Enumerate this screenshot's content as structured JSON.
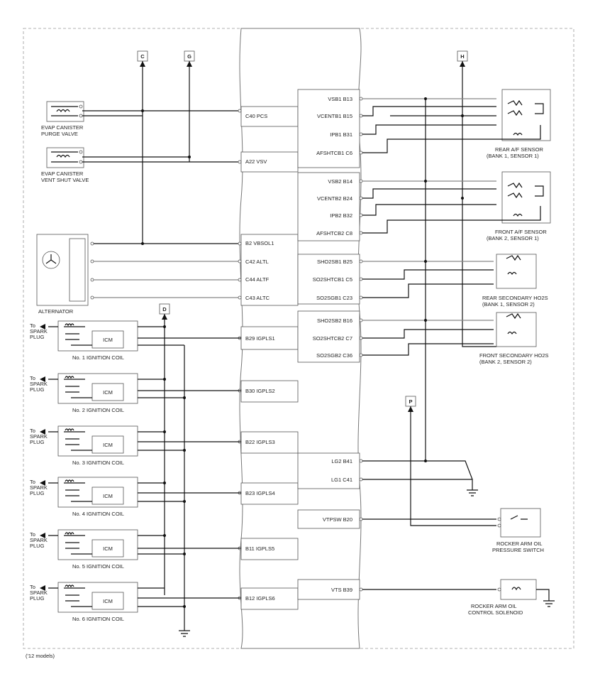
{
  "connectors": {
    "c": "C",
    "g": "G",
    "h": "H",
    "d": "D",
    "p": "P"
  },
  "components": {
    "evap_purge": [
      "EVAP CANISTER",
      "PURGE VALVE"
    ],
    "evap_vent": [
      "EVAP CANISTER",
      "VENT SHUT VALVE"
    ],
    "alternator": "ALTERNATOR",
    "rear_af": [
      "REAR A/F SENSOR",
      "(BANK 1, SENSOR 1)"
    ],
    "front_af": [
      "FRONT A/F SENSOR",
      "(BANK 2, SENSOR 1)"
    ],
    "rear_ho2s": [
      "REAR SECONDARY HO2S",
      "(BANK 1, SENSOR 2)"
    ],
    "front_ho2s": [
      "FRONT SECONDARY HO2S",
      "(BANK 2, SENSOR 2)"
    ],
    "rocker_switch": [
      "ROCKER ARM OIL",
      "PRESSURE SWITCH"
    ],
    "rocker_solenoid": [
      "ROCKER ARM OIL",
      "CONTROL SOLENOID"
    ],
    "icm": "ICM",
    "spark": [
      "To",
      "SPARK",
      "PLUG"
    ],
    "coils": [
      "No. 1 IGNITION COIL",
      "No. 2 IGNITION COIL",
      "No. 3 IGNITION COIL",
      "No. 4 IGNITION COIL",
      "No. 5 IGNITION COIL",
      "No. 6 IGNITION COIL"
    ]
  },
  "left_pins": [
    "C40 PCS",
    "A22 VSV",
    "B2 VBSOL1",
    "C42 ALTL",
    "C44 ALTF",
    "C43 ALTC",
    "B29 IGPLS1",
    "B30 IGPLS2",
    "B22 IGPLS3",
    "B23 IGPLS4",
    "B11 IGPLS5",
    "B12 IGPLS6"
  ],
  "right_pins": [
    "VSB1 B13",
    "VCENTB1 B15",
    "IPB1 B31",
    "AFSHTCB1 C6",
    "VSB2 B14",
    "VCENTB2 B24",
    "IPB2 B32",
    "AFSHTCB2 C8",
    "SHO2SB1 B25",
    "SO2SHTCB1 C5",
    "SO2SGB1 C23",
    "SHO2SB2 B16",
    "SO2SHTCB2 C7",
    "SO2SGB2 C36",
    "LG2 B41",
    "LG1 C41",
    "VTPSW B20",
    "VTS B39"
  ],
  "footnote": "('12 models)"
}
